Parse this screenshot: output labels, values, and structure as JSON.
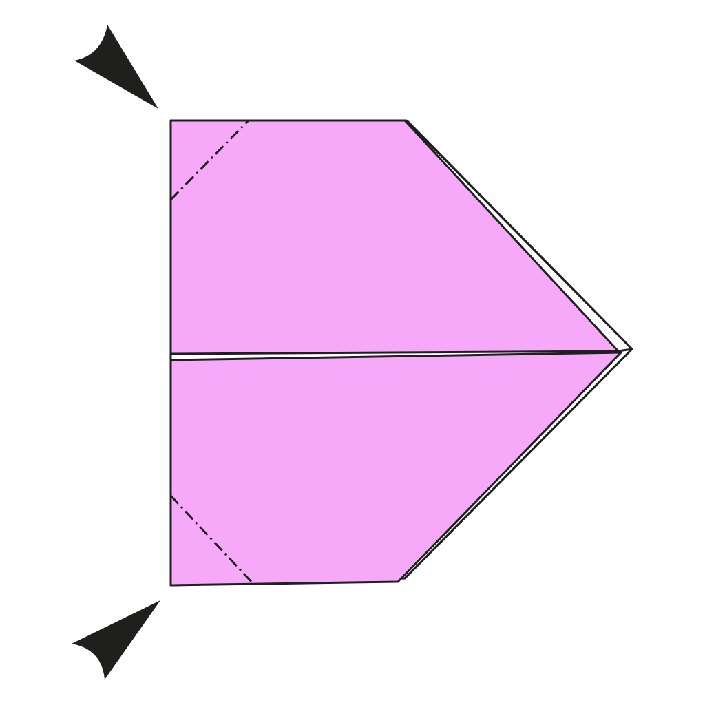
{
  "diagram": {
    "kind": "origami-fold-step",
    "colors": {
      "paper_front": "#f5a9f8",
      "paper_back": "#ffffff",
      "outline": "#1f1f1f",
      "arrow": "#1f201e"
    },
    "marks": [
      {
        "name": "valley-fold-line-top-left",
        "style": "dash-dot"
      },
      {
        "name": "valley-fold-line-bottom-left",
        "style": "dash-dot"
      }
    ],
    "arrows": [
      {
        "name": "push-arrow-top",
        "direction": "down-right"
      },
      {
        "name": "push-arrow-bottom",
        "direction": "up-right"
      }
    ]
  }
}
